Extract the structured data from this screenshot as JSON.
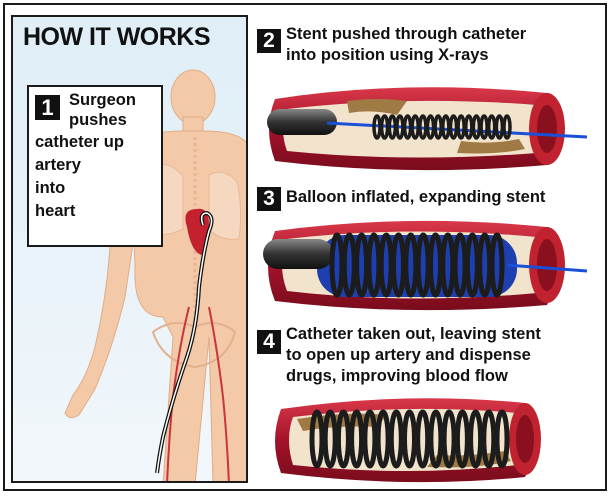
{
  "title": "HOW IT WORKS",
  "steps": [
    {
      "number": "1",
      "lines": [
        "Surgeon",
        "pushes",
        "catheter up",
        "artery",
        "into",
        "heart"
      ]
    },
    {
      "number": "2",
      "lines": [
        "Stent pushed through catheter",
        "into position using X-rays"
      ]
    },
    {
      "number": "3",
      "lines": [
        "Balloon inflated, expanding stent"
      ]
    },
    {
      "number": "4",
      "lines": [
        "Catheter taken out, leaving stent",
        "to open up artery and dispense",
        "drugs, improving blood flow"
      ]
    }
  ],
  "colors": {
    "artery": "#b3172b",
    "stent": "#1c1c1c",
    "balloon": "#1d3fb0",
    "guidewire": "#1a4fd8",
    "catheter": "#3a3a3a",
    "plaque": "#a07a45",
    "body": "#f3c9a8"
  }
}
